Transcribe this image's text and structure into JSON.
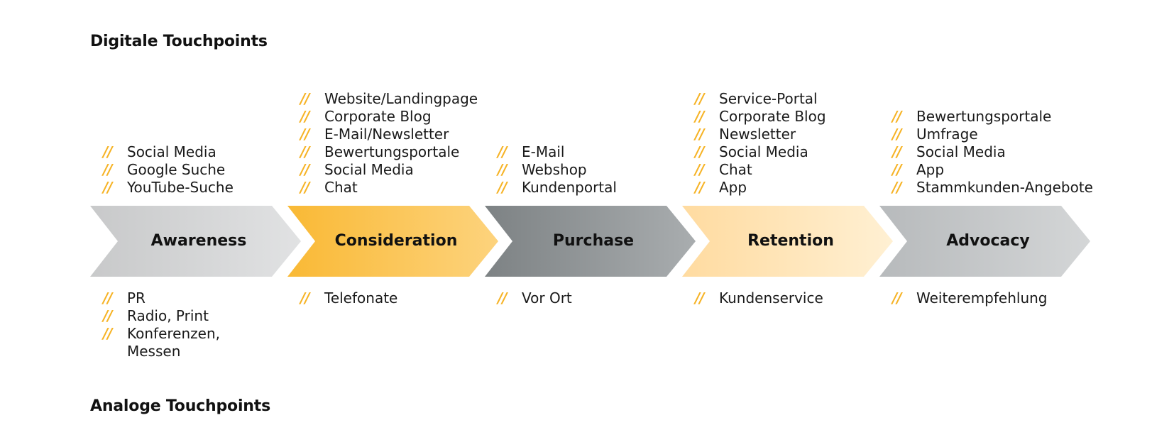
{
  "headings": {
    "digital": "Digitale Touchpoints",
    "analog": "Analoge Touchpoints"
  },
  "bullet_marker": "//",
  "colors": {
    "bullet": "#f6b325",
    "awareness": [
      "#c8c9ca",
      "#e1e2e3"
    ],
    "consideration": [
      "#f9b935",
      "#fdd37d"
    ],
    "purchase": [
      "#7d8284",
      "#a9adaf"
    ],
    "retention": [
      "#ffdba0",
      "#fff0d3"
    ],
    "advocacy": [
      "#b7babc",
      "#d4d6d7"
    ]
  },
  "stages": [
    {
      "id": "awareness",
      "label": "Awareness",
      "digital": [
        "Social Media",
        "Google Suche",
        "YouTube-Suche"
      ],
      "analog": [
        "PR",
        "Radio, Print",
        "Konferenzen, Messen"
      ]
    },
    {
      "id": "consideration",
      "label": "Consideration",
      "digital": [
        "Website/Landingpage",
        "Corporate Blog",
        "E-Mail/Newsletter",
        "Bewertungsportale",
        "Social Media",
        "Chat"
      ],
      "analog": [
        "Telefonate"
      ]
    },
    {
      "id": "purchase",
      "label": "Purchase",
      "digital": [
        "E-Mail",
        "Webshop",
        "Kundenportal"
      ],
      "analog": [
        "Vor Ort"
      ]
    },
    {
      "id": "retention",
      "label": "Retention",
      "digital": [
        "Service-Portal",
        "Corporate Blog",
        "Newsletter",
        "Social Media",
        "Chat",
        "App"
      ],
      "analog": [
        "Kundenservice"
      ]
    },
    {
      "id": "advocacy",
      "label": "Advocacy",
      "digital": [
        "Bewertungsportale",
        "Umfrage",
        "Social Media",
        "App",
        "Stammkunden-Angebote"
      ],
      "analog": [
        "Weiterempfehlung"
      ]
    }
  ]
}
